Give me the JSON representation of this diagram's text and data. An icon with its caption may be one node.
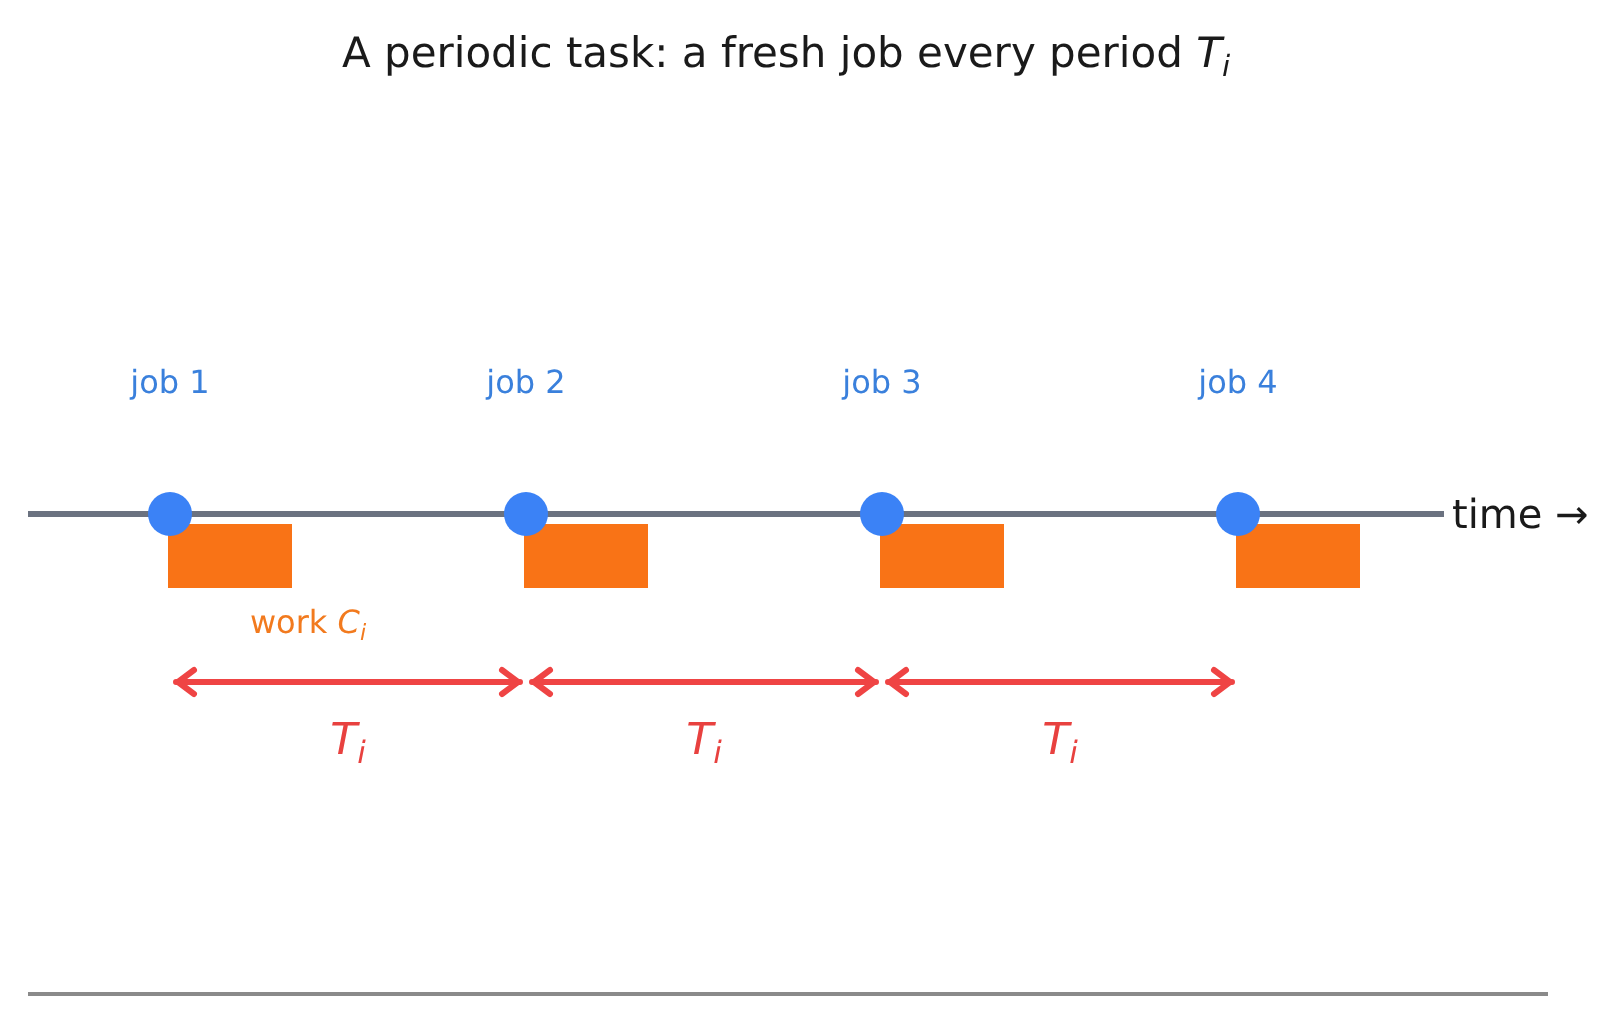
{
  "diagram": {
    "title": "A periodic task: a fresh job every period *T*$_{i}$",
    "nodes": [
      {
        "text": [],
        "shape": "circle",
        "beside": [
          "job 1"
        ]
      },
      {
        "text": [],
        "shape": "circle",
        "beside": [
          "job 2"
        ]
      },
      {
        "text": [],
        "shape": "circle",
        "beside": [
          "job 3"
        ]
      },
      {
        "text": [],
        "shape": "circle",
        "beside": [
          "job 4"
        ]
      },
      {
        "text": [],
        "shape": "bar",
        "beside": [
          "work *C*$_{i}$"
        ]
      },
      {
        "text": [],
        "shape": "bar"
      },
      {
        "text": [],
        "shape": "bar"
      },
      {
        "text": [],
        "shape": "bar"
      }
    ],
    "labels": [
      "*T*$_{i}$",
      "*T*$_{i}$",
      "*T*$_{i}$",
      "time →"
    ]
  }
}
